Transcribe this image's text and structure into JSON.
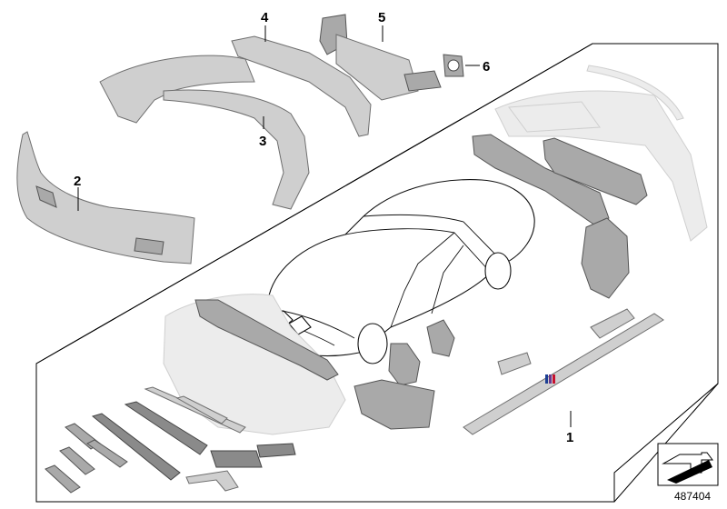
{
  "diagram": {
    "callouts": [
      {
        "id": "1",
        "label": "1"
      },
      {
        "id": "2",
        "label": "2"
      },
      {
        "id": "3",
        "label": "3"
      },
      {
        "id": "4",
        "label": "4"
      },
      {
        "id": "5",
        "label": "5"
      },
      {
        "id": "6",
        "label": "6"
      }
    ],
    "reference_number": "487404",
    "colors": {
      "part_fill": "#cfcfcf",
      "ghost_fill": "#ececec",
      "outline": "#000000",
      "badge_blue": "#1c3f94",
      "badge_red": "#c8102e"
    }
  }
}
